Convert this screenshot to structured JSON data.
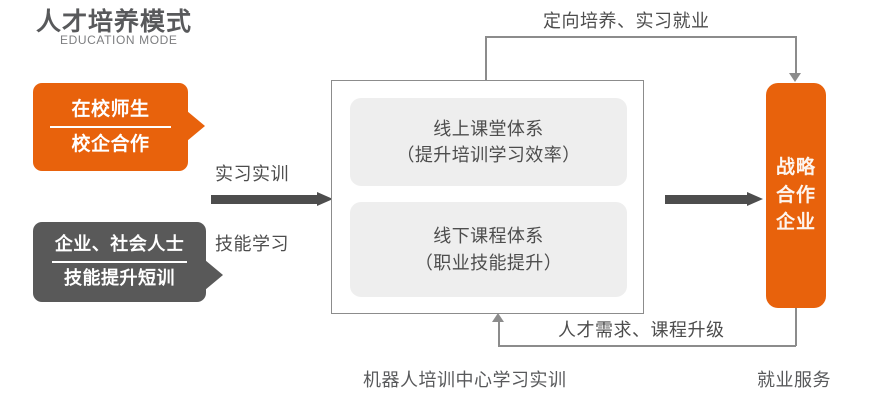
{
  "header": {
    "title": "人才培养模式",
    "subtitle": "EDUCATION MODE"
  },
  "colors": {
    "orange": "#E8620C",
    "dark_gray": "#595959",
    "text_gray": "#4D4D4D",
    "line_gray": "#8C8C8C",
    "card_gray": "#EEEEEE"
  },
  "inputs": {
    "students": {
      "line1": "在校师生",
      "line2": "校企合作"
    },
    "enterprise": {
      "line1": "企业、社会人士",
      "line2": "技能提升短训"
    }
  },
  "flow_labels": {
    "practice": "实习实训",
    "skill_learning": "技能学习"
  },
  "center_panel": {
    "online_card": {
      "line1": "线上课堂体系",
      "line2": "（提升培训学习效率）"
    },
    "offline_card": {
      "line1": "线下课程体系",
      "line2": "（职业技能提升）"
    }
  },
  "partner": {
    "line1": "战略",
    "line2": "合作",
    "line3": "企业"
  },
  "loops": {
    "top_label": "定向培养、实习就业",
    "bottom_label": "人才需求、课程升级"
  },
  "captions": {
    "center": "机器人培训中心学习实训",
    "right": "就业服务"
  }
}
